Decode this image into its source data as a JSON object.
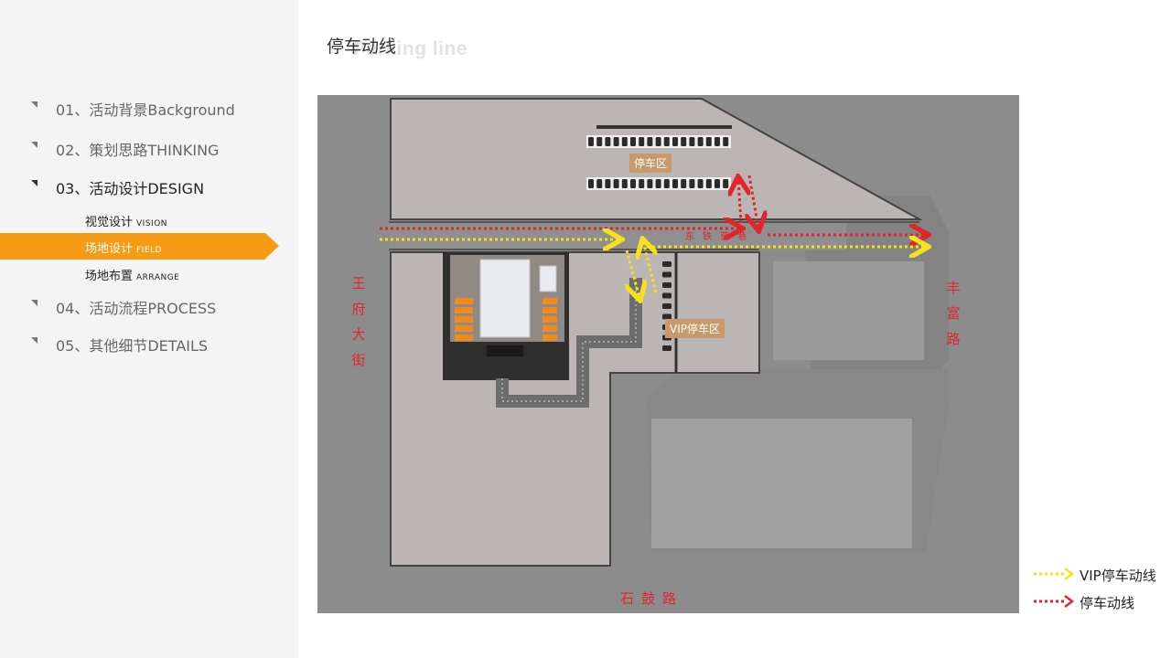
{
  "sidebar": {
    "items": [
      {
        "label": "01、活动背景Background"
      },
      {
        "label": "02、策划思路THINKING"
      },
      {
        "label": "03、活动设计DESIGN"
      },
      {
        "label": "04、活动流程PROCESS"
      },
      {
        "label": "05、其他细节DETAILS"
      }
    ],
    "subitems": [
      {
        "label": "视觉设计",
        "en": "VISION"
      },
      {
        "label": "场地设计",
        "en": "FIELD"
      },
      {
        "label": "场地布置",
        "en": "ARRANGE"
      }
    ],
    "accent_color": "#f59c14"
  },
  "page": {
    "title": "停车动线",
    "title_en": "Parking line"
  },
  "map": {
    "roads": {
      "west": "王府大街",
      "east": "丰富路",
      "south": "石鼓路",
      "north": "东铁营巷"
    },
    "zones": {
      "parking": "停车区",
      "vip_parking": "VIP停车区"
    }
  },
  "legend": {
    "vip": {
      "label": "VIP停车动线",
      "color": "#f5e11d"
    },
    "parking": {
      "label": "停车动线",
      "color": "#e0262a"
    }
  }
}
